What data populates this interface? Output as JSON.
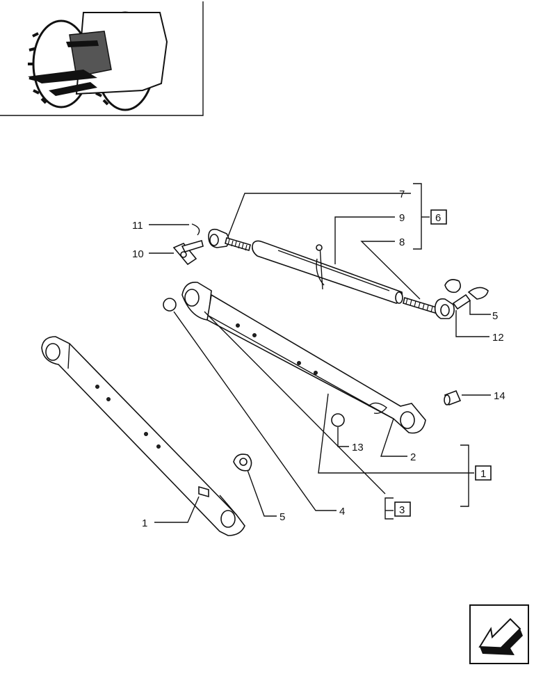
{
  "callouts": {
    "c1": "1",
    "c2": "2",
    "c4": "4",
    "c5a": "5",
    "c5b": "5",
    "c7": "7",
    "c8": "8",
    "c9": "9",
    "c10": "10",
    "c11": "11",
    "c12": "12",
    "c13": "13",
    "c14": "14"
  },
  "groups": {
    "g1": "1",
    "g3": "3",
    "g6": "6"
  },
  "icons": {
    "thumbnail": "tractor-rear-thumbnail-icon",
    "nav": "back-arrow-icon"
  }
}
